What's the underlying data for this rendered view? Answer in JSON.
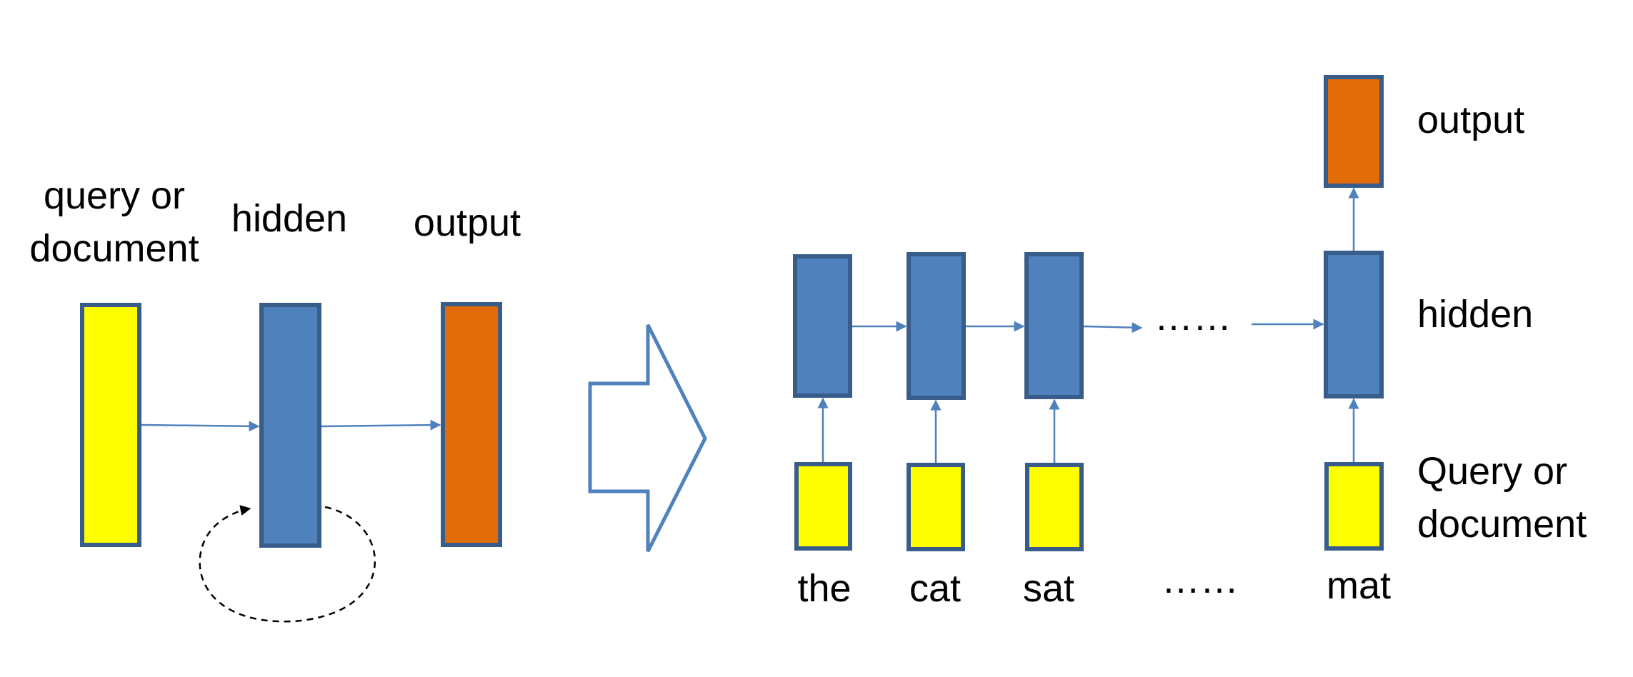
{
  "colors": {
    "input": "#FFFF00",
    "hidden": "#4F81BD",
    "output": "#E36C09",
    "border": "#385D8A",
    "arrow": "#4F81BD",
    "loop": "#000000"
  },
  "left_diagram": {
    "input_label_line1": "query or",
    "input_label_line2": "document",
    "hidden_label": "hidden",
    "output_label": "output"
  },
  "right_diagram": {
    "tokens": [
      "the",
      "cat",
      "sat",
      "mat"
    ],
    "ellipsis_hidden": "……",
    "ellipsis_tokens": "……",
    "output_label": "output",
    "hidden_label": "hidden",
    "input_label_line1": "Query or",
    "input_label_line2": "document"
  }
}
